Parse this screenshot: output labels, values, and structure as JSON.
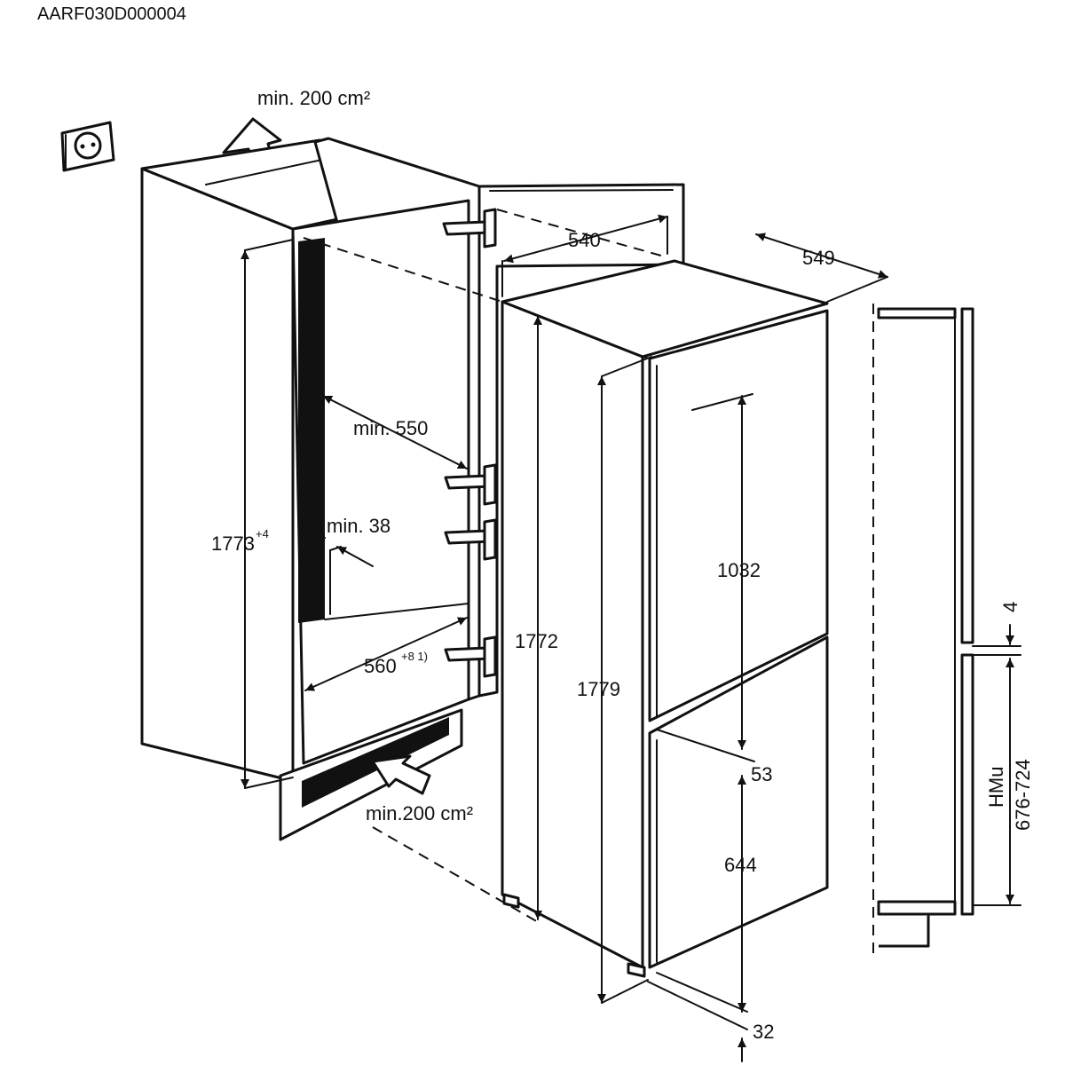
{
  "drawing_code": "AARF030D000004",
  "vent_top": "min. 200 cm²",
  "vent_bottom": "min.200 cm²",
  "niche": {
    "height": {
      "value": "1773",
      "tolerance": "+4"
    },
    "depth_min": "min. 550",
    "gap_min": "min. 38",
    "width": {
      "value": "560",
      "tolerance": "+8 1)"
    }
  },
  "appliance": {
    "depth_door": "540",
    "depth_total": "549",
    "height_body": "1772",
    "height_total": "1779",
    "upper_door": "1032",
    "door_gap": "53",
    "lower_door": "644",
    "bottom_gap": "32"
  },
  "furniture_door": {
    "gap": "4",
    "range": "676-724",
    "range_label": "HMu"
  },
  "icons": [
    "power-socket-icon",
    "ventilation-arrow-icon"
  ]
}
